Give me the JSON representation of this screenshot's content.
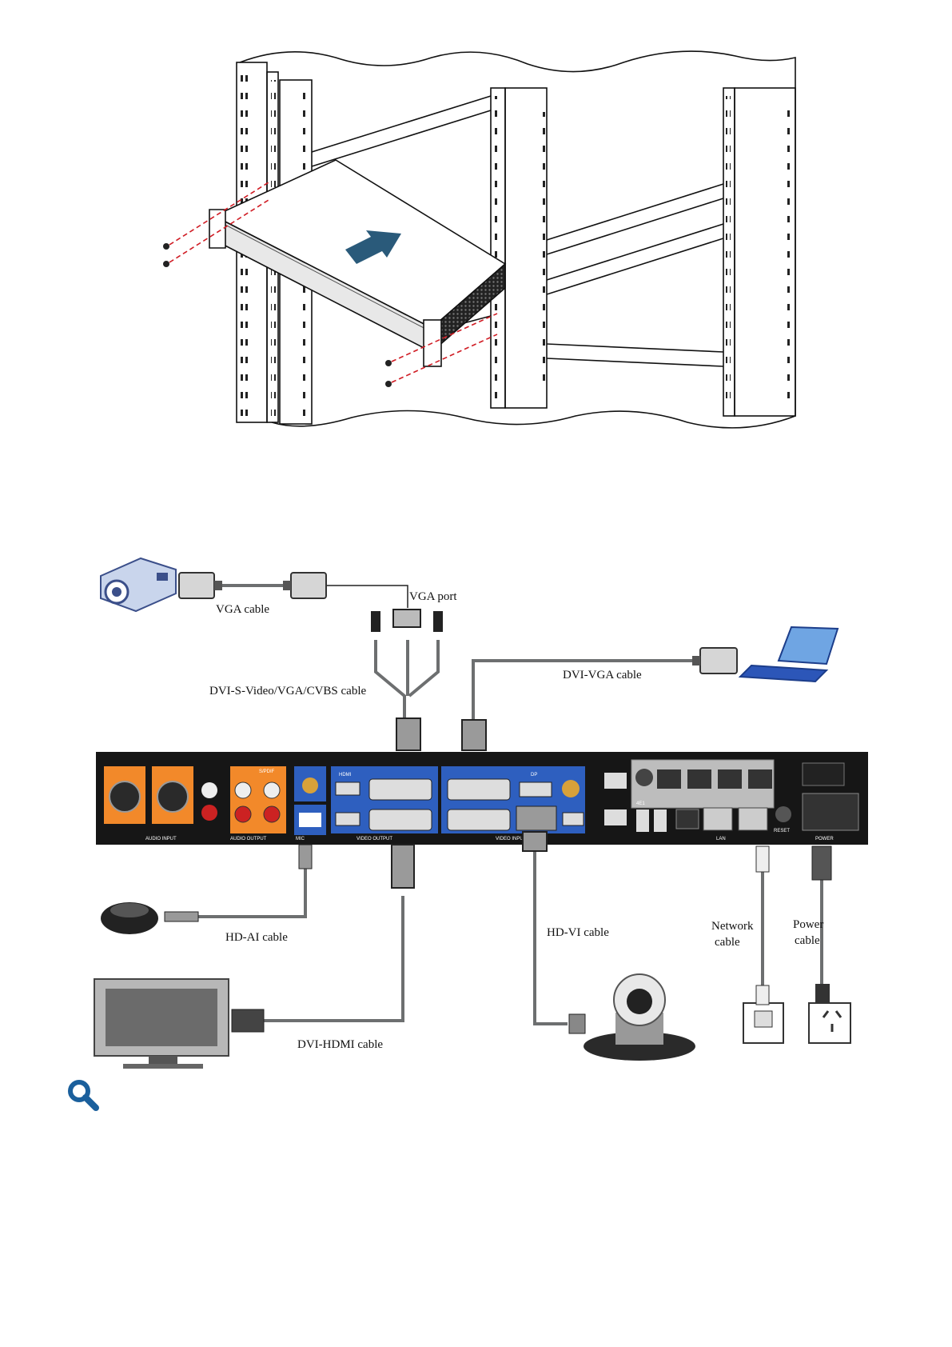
{
  "rack_figure": {
    "arrow_color": "#2a5a7a",
    "screw_line_color": "#d01c24"
  },
  "wiring": {
    "cables": {
      "vga": "VGA cable",
      "vga_port": "VGA port",
      "dvi_svideo": "DVI-S-Video/VGA/CVBS cable",
      "dvi_vga": "DVI-VGA cable",
      "hdai": "HD-AI cable",
      "hdvi": "HD-VI cable",
      "network_1": "Network",
      "network_2": "cable",
      "power_1": "Power",
      "power_2": "cable",
      "dvi_hdmi": "DVI-HDMI cable"
    },
    "panel": {
      "audio_input": "AUDIO INPUT",
      "audio_output": "AUDIO OUTPUT",
      "mic": "MIC",
      "video_output": "VIDEO OUTPUT",
      "video_input": "VIDEO INPUT",
      "hdmi": "HDMI",
      "dp": "DP",
      "lan": "LAN",
      "reset": "RESET",
      "power": "POWER",
      "spdif": "S/PDIF",
      "e1": "4E1"
    },
    "colors": {
      "panel_bg": "#161616",
      "audio_orange": "#f2892a",
      "video_blue": "#2e5fbf",
      "cable_gray": "#6d6f70"
    }
  },
  "zoom_icon": "magnifier-icon",
  "zoom_color": "#1a5f9c"
}
